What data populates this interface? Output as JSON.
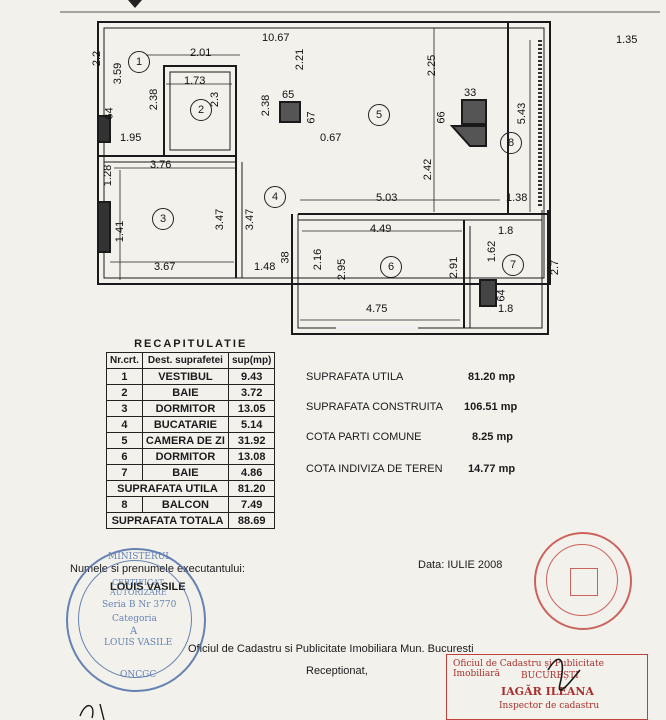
{
  "dimensions": {
    "top_total": "10.67",
    "top_right": "1.35",
    "d_2_01": "2.01",
    "d_1_73": "1.73",
    "d_2_2": "2.2",
    "d_3_59": "3.59",
    "d_64_left": "64",
    "d_2_38_a": "2.38",
    "d_2_3": "2.3",
    "d_2_38_b": "2.38",
    "d_65": "65",
    "d_67": "67",
    "d_2_21": "2.21",
    "d_0_67": "0.67",
    "d_2_25": "2.25",
    "d_33": "33",
    "d_66": "66",
    "d_5_43": "5.43",
    "d_1_95": "1.95",
    "d_3_76": "3.76",
    "d_1_28": "1.28",
    "d_2_42": "2.42",
    "d_5_03": "5.03",
    "d_1_38_r": "1.38",
    "d_1_41": "1.41",
    "d_3_47_a": "3.47",
    "d_3_47_b": "3.47",
    "d_4_49": "4.49",
    "d_1_8_a": "1.8",
    "d_2_16": "2.16",
    "d_2_95": "2.95",
    "d_2_91": "2.91",
    "d_1_62": "1.62",
    "d_2_7": "2.7",
    "d_38": "38",
    "d_3_67": "3.67",
    "d_1_48": "1.48",
    "d_64_r": "64",
    "d_4_75": "4.75",
    "d_1_8_b": "1.8"
  },
  "rooms": [
    "1",
    "2",
    "3",
    "4",
    "5",
    "6",
    "7",
    "8"
  ],
  "recap": {
    "title": "RECAPITULATIE",
    "headers": [
      "Nr.crt.",
      "Dest. suprafetei",
      "sup(mp)"
    ],
    "rows": [
      [
        "1",
        "VESTIBUL",
        "9.43"
      ],
      [
        "2",
        "BAIE",
        "3.72"
      ],
      [
        "3",
        "DORMITOR",
        "13.05"
      ],
      [
        "4",
        "BUCATARIE",
        "5.14"
      ],
      [
        "5",
        "CAMERA DE ZI",
        "31.92"
      ],
      [
        "6",
        "DORMITOR",
        "13.08"
      ],
      [
        "7",
        "BAIE",
        "4.86"
      ]
    ],
    "utila_label": "SUPRAFATA UTILA",
    "utila_value": "81.20",
    "balcon": [
      "8",
      "BALCON",
      "7.49"
    ],
    "totala_label": "SUPRAFATA TOTALA",
    "totala_value": "88.69"
  },
  "summary": [
    {
      "label": "SUPRAFATA UTILA",
      "value": "81.20 mp"
    },
    {
      "label": "SUPRAFATA CONSTRUITA",
      "value": "106.51 mp"
    },
    {
      "label": "COTA PARTI COMUNE",
      "value": "8.25 mp"
    },
    {
      "label": "COTA INDIVIZA DE TEREN",
      "value": "14.77 mp"
    }
  ],
  "footer": {
    "executant_label": "Numele si prenumele executantului:",
    "executant_name": "LOUIS VASILE",
    "date": "Data: IULIE 2008",
    "office": "Oficiul de Cadastru si Publicitate Imobiliara Mun. Bucuresti",
    "receptionat": "Receptionat,"
  },
  "stamp_left": {
    "ring_top": "MINISTERUL",
    "line1": "CERTIFICAT",
    "line2": "AUTORIZARE",
    "serie": "Seria B Nr 3770",
    "categoria": "Categoria",
    "cat_value": "A",
    "name": "LOUIS VASILE",
    "bottom": "ONCGC"
  },
  "stamp_right_box": {
    "line1": "Oficiul de Cadastru și Publicitate Imobiliară",
    "line2": "BUCUREȘTI",
    "line3": "IAGĂR ILEANA",
    "line4": "Inspector de cadastru"
  },
  "colors": {
    "red_stamp": "#c2403a",
    "blue_stamp": "#4d6fa8",
    "ink": "#1b1b1b"
  }
}
